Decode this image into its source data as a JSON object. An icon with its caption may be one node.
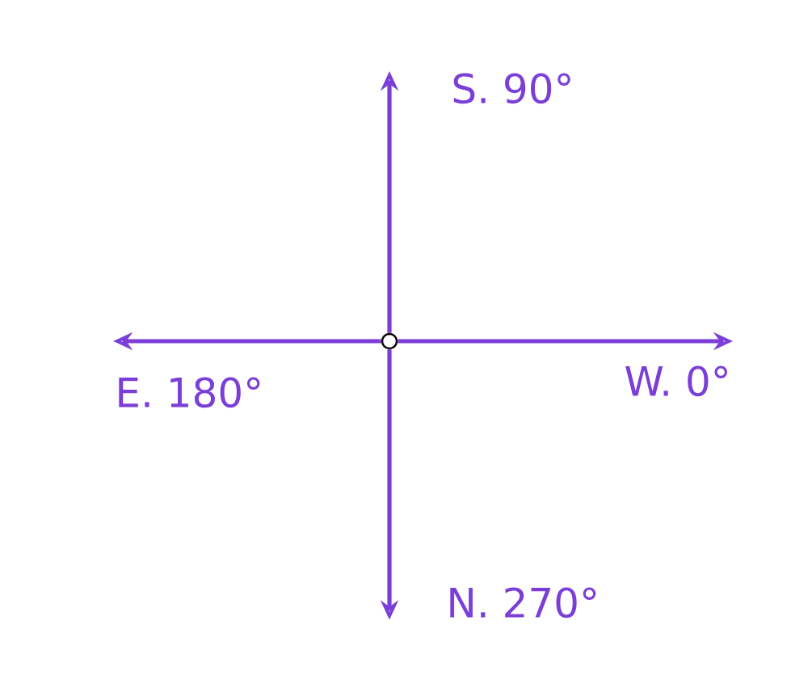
{
  "diagram": {
    "nodes": [
      {
        "text": [],
        "shape": "circle"
      },
      {
        "text": [
          "S. 90°"
        ]
      },
      {
        "text": [
          "E. 180°"
        ]
      },
      {
        "text": [
          "W. 0°"
        ]
      },
      {
        "text": [
          "N. 270°"
        ]
      }
    ],
    "edges": [
      {
        "from": 0,
        "to": 1,
        "arrow": "to"
      },
      {
        "from": 0,
        "to": 2,
        "arrow": "to"
      },
      {
        "from": 0,
        "to": 3,
        "arrow": "to"
      },
      {
        "from": 0,
        "to": 4,
        "arrow": "to"
      }
    ]
  }
}
